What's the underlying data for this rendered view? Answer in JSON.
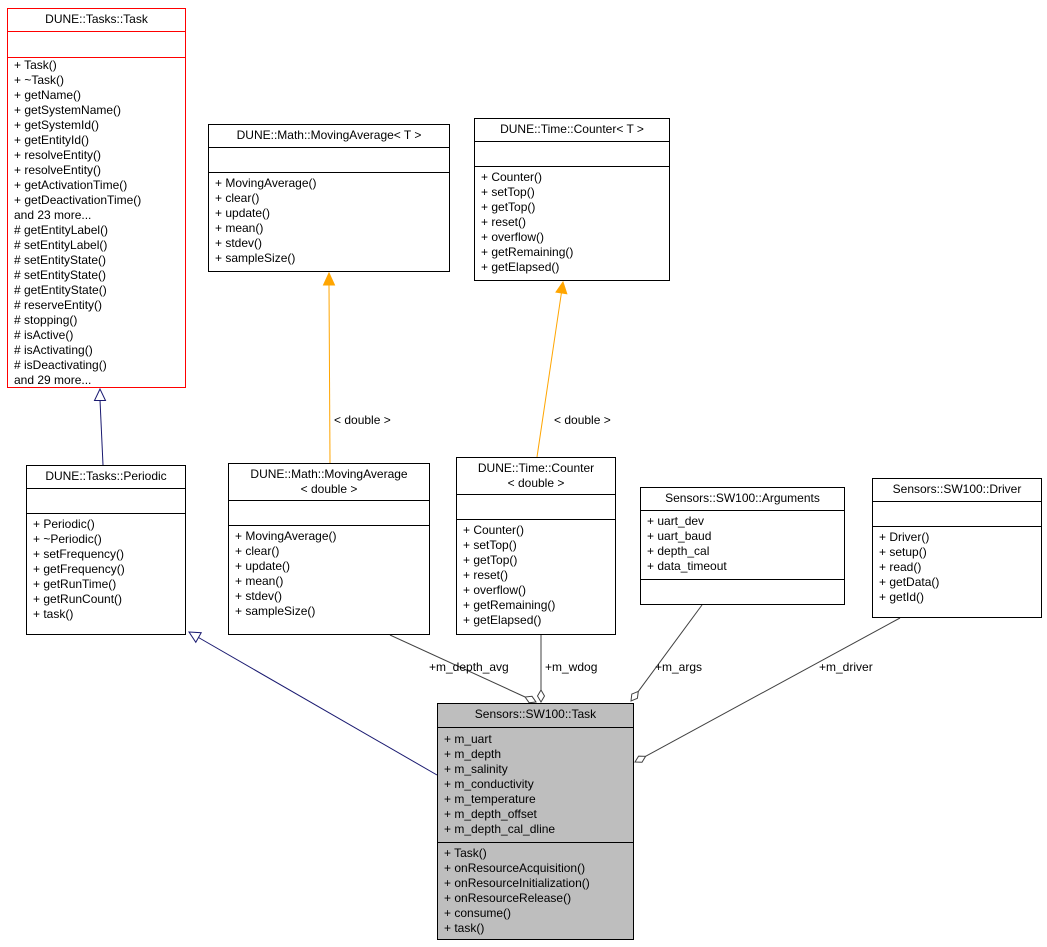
{
  "page": {
    "background": "#ffffff"
  },
  "colors": {
    "inheritance_edge": "#191970",
    "template_edge": "#ffa500",
    "aggregation_edge": "#404040",
    "class_border": "#000000",
    "focus_class_border": "#ff0000",
    "focus_node_fill": "#bebebe"
  },
  "classes": {
    "task": {
      "title": "DUNE::Tasks::Task",
      "methods": [
        "+ Task()",
        "+ ~Task()",
        "+ getName()",
        "+ getSystemName()",
        "+ getSystemId()",
        "+ getEntityId()",
        "+ resolveEntity()",
        "+ resolveEntity()",
        "+ getActivationTime()",
        "+ getDeactivationTime()",
        "and 23 more...",
        "# getEntityLabel()",
        "# setEntityLabel()",
        "# setEntityState()",
        "# setEntityState()",
        "# getEntityState()",
        "# reserveEntity()",
        "# stopping()",
        "# isActive()",
        "# isActivating()",
        "# isDeactivating()",
        "and 29 more..."
      ]
    },
    "moving_average_t": {
      "title": "DUNE::Math::MovingAverage< T >",
      "methods": [
        "+ MovingAverage()",
        "+ clear()",
        "+ update()",
        "+ mean()",
        "+ stdev()",
        "+ sampleSize()"
      ]
    },
    "counter_t": {
      "title": "DUNE::Time::Counter< T >",
      "methods": [
        "+ Counter()",
        "+ setTop()",
        "+ getTop()",
        "+ reset()",
        "+ overflow()",
        "+ getRemaining()",
        "+ getElapsed()"
      ]
    },
    "periodic": {
      "title": "DUNE::Tasks::Periodic",
      "methods": [
        "+ Periodic()",
        "+ ~Periodic()",
        "+ setFrequency()",
        "+ getFrequency()",
        "+ getRunTime()",
        "+ getRunCount()",
        "+ task()"
      ]
    },
    "moving_average_double": {
      "title_line1": "DUNE::Math::MovingAverage",
      "title_line2": "< double >",
      "methods": [
        "+ MovingAverage()",
        "+ clear()",
        "+ update()",
        "+ mean()",
        "+ stdev()",
        "+ sampleSize()"
      ]
    },
    "counter_double": {
      "title_line1": "DUNE::Time::Counter",
      "title_line2": "< double >",
      "methods": [
        "+ Counter()",
        "+ setTop()",
        "+ getTop()",
        "+ reset()",
        "+ overflow()",
        "+ getRemaining()",
        "+ getElapsed()"
      ]
    },
    "arguments": {
      "title": "Sensors::SW100::Arguments",
      "attributes": [
        "+ uart_dev",
        "+ uart_baud",
        "+ depth_cal",
        "+ data_timeout"
      ]
    },
    "driver": {
      "title": "Sensors::SW100::Driver",
      "methods": [
        "+ Driver()",
        "+ setup()",
        "+ read()",
        "+ getData()",
        "+ getId()"
      ]
    },
    "sw100_task": {
      "title": "Sensors::SW100::Task",
      "attributes": [
        "+ m_uart",
        "+ m_depth",
        "+ m_salinity",
        "+ m_conductivity",
        "+ m_temperature",
        "+ m_depth_offset",
        "+ m_depth_cal_dline"
      ],
      "methods": [
        "+ Task()",
        "+ onResourceAcquisition()",
        "+ onResourceInitialization()",
        "+ onResourceRelease()",
        "+ consume()",
        "+ task()"
      ]
    }
  },
  "edge_labels": {
    "template_moving_average": "< double >",
    "template_counter": "< double >",
    "m_depth_avg": "+m_depth_avg",
    "m_wdog": "+m_wdog",
    "m_args": "+m_args",
    "m_driver": "+m_driver"
  }
}
